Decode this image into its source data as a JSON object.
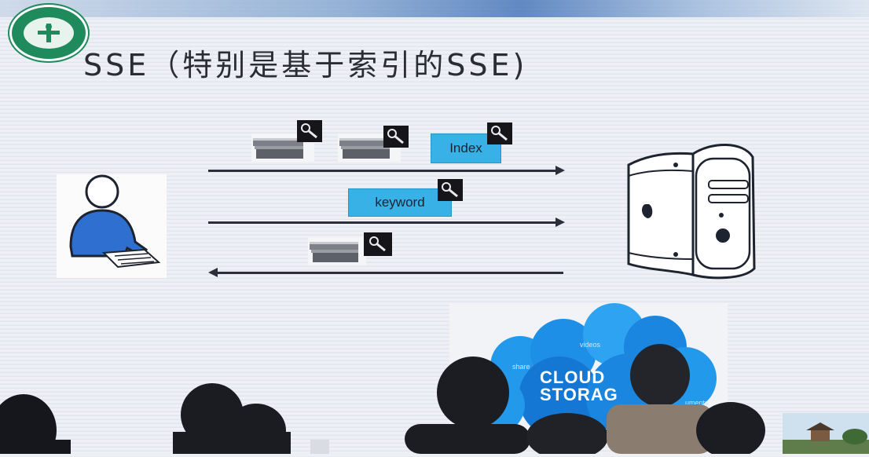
{
  "slide": {
    "title": "SSE（特别是基于索引的SSE)",
    "labels": {
      "index": "Index",
      "keyword": "keyword"
    },
    "cloud": {
      "line1": "CLOUD",
      "line2": "STORAG",
      "words": [
        "videos",
        "share",
        "uments"
      ]
    }
  },
  "colors": {
    "tag_fill": "#38b1e6",
    "logo_green": "#1f8a5c",
    "cloud_blue": "#1e90e8",
    "arrow": "#2b2f3a"
  },
  "icons": [
    "university-logo-icon",
    "document-stack-icon",
    "key-icon",
    "user-icon",
    "server-icon",
    "cloud-icon"
  ]
}
